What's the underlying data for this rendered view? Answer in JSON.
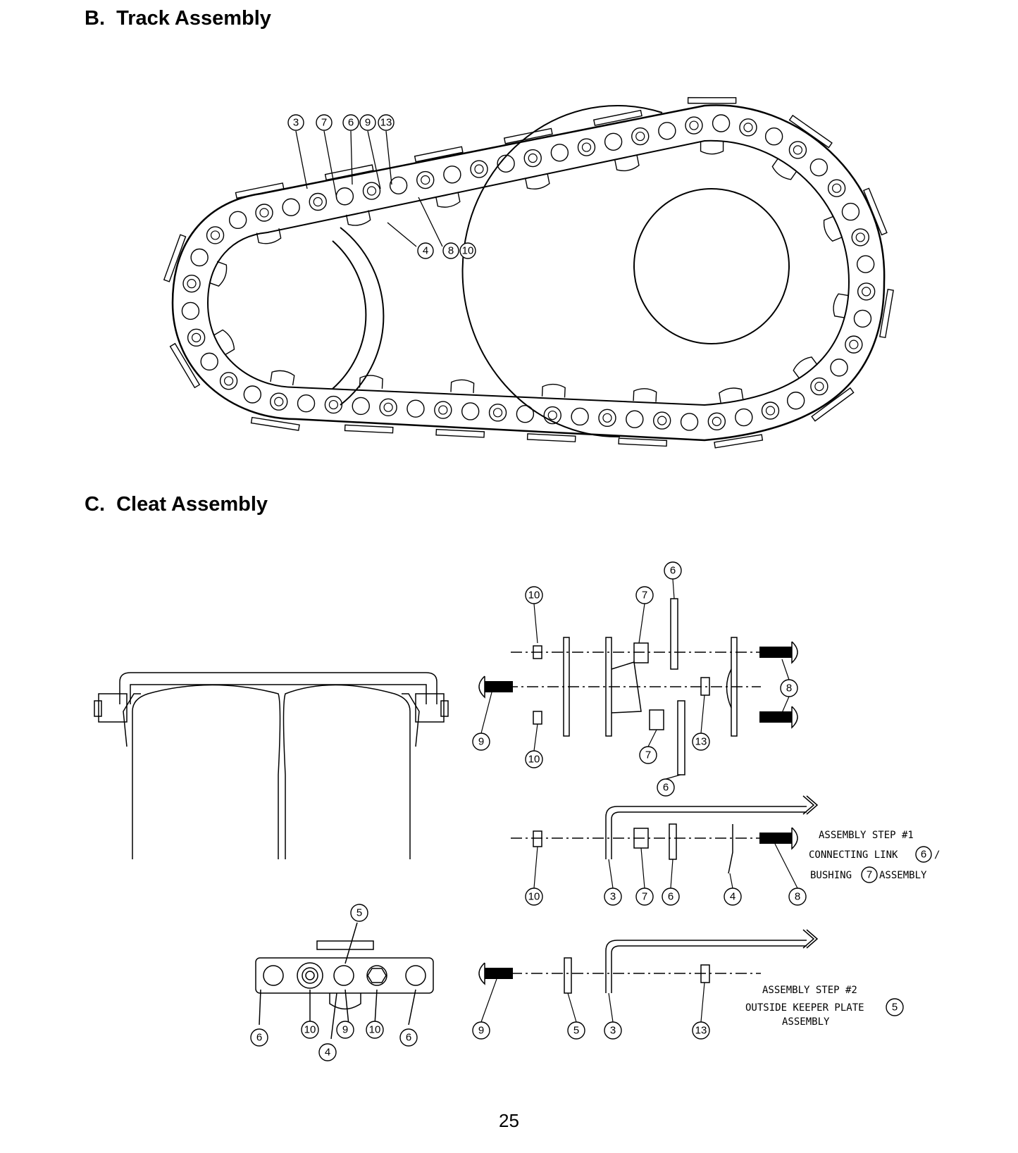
{
  "sections": {
    "track": {
      "heading": "B.  Track Assembly"
    },
    "cleat": {
      "heading": "C.  Cleat Assembly"
    }
  },
  "track_callouts": [
    "3",
    "7",
    "6",
    "9",
    "13",
    "4",
    "8",
    "10"
  ],
  "cleat_callouts": {
    "exploded_top": [
      "6",
      "10",
      "7",
      "8",
      "9",
      "10",
      "7",
      "13",
      "6"
    ],
    "step1_row": [
      "10",
      "3",
      "7",
      "6",
      "4",
      "8"
    ],
    "keeper_row": [
      "5",
      "6",
      "10",
      "9",
      "10",
      "6",
      "4"
    ],
    "step2_row": [
      "9",
      "5",
      "3",
      "13"
    ]
  },
  "notes": {
    "step1": {
      "line1": "ASSEMBLY STEP #1",
      "line2": "CONNECTING LINK",
      "line2_ref": "6",
      "line2_tail": "/",
      "line3": "BUSHING",
      "line3_ref": "7",
      "line3_tail": "ASSEMBLY"
    },
    "step2": {
      "line1": "ASSEMBLY STEP #2",
      "line2": "OUTSIDE KEEPER PLATE",
      "line2_ref": "5",
      "line3": "ASSEMBLY"
    }
  },
  "page_number": "25"
}
